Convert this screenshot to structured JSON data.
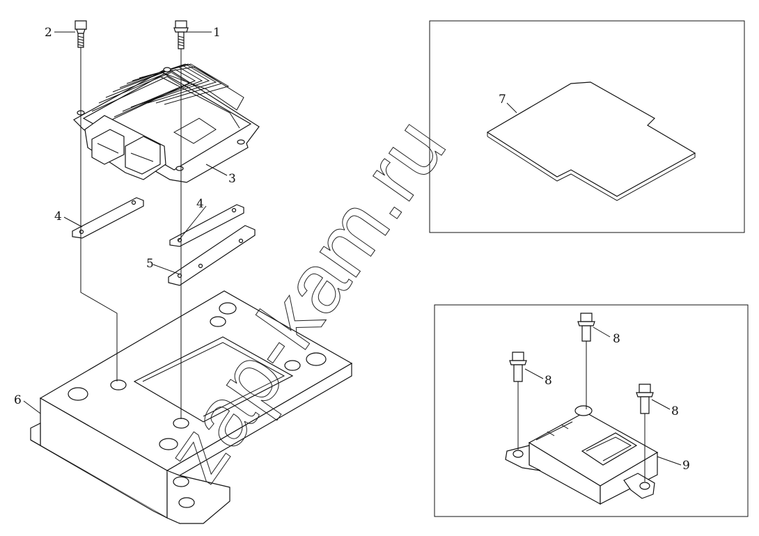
{
  "watermark": "zap-kam.ru",
  "callouts": [
    "1",
    "2",
    "3",
    "4",
    "4",
    "5",
    "6",
    "7",
    "8",
    "8",
    "8",
    "9"
  ]
}
